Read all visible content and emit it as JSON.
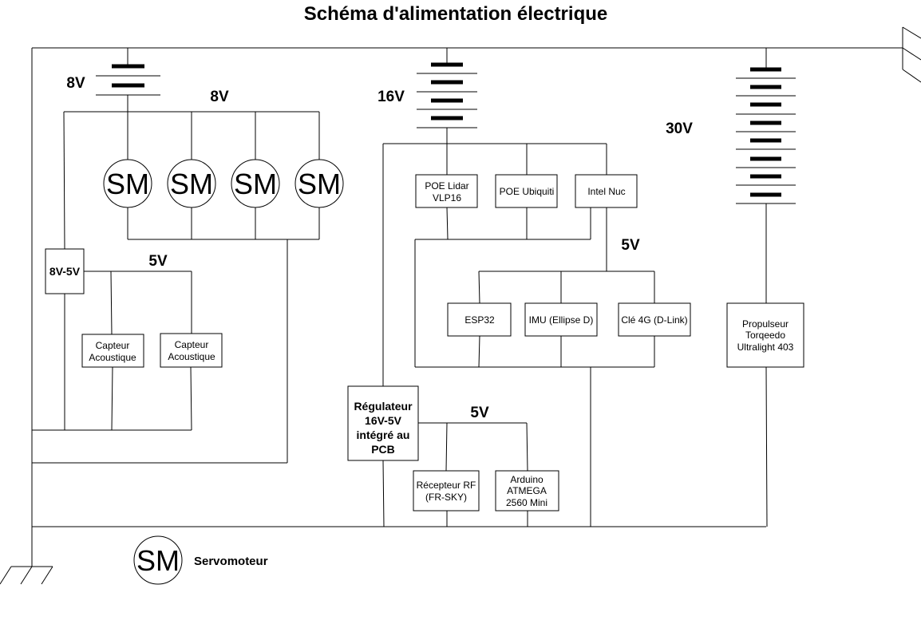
{
  "diagram": {
    "title": "Schéma d'alimentation électrique",
    "voltages": {
      "battery_8v": "8V",
      "bus_8v": "8V",
      "battery_16v": "16V",
      "battery_30v": "30V",
      "bus_5v_left": "5V",
      "bus_5v_middle": "5V",
      "bus_5v_regulator": "5V"
    },
    "servo_symbol": "SM",
    "boxes": {
      "converter_8v_5v": "8V-5V",
      "acoustic_sensor_1": [
        "Capteur",
        "Acoustique"
      ],
      "acoustic_sensor_2": [
        "Capteur",
        "Acoustique"
      ],
      "poe_lidar": [
        "POE Lidar",
        "VLP16"
      ],
      "poe_ubiquiti": [
        "POE Ubiquiti"
      ],
      "intel_nuc": [
        "Intel Nuc"
      ],
      "esp32": [
        "ESP32"
      ],
      "imu": [
        "IMU (Ellipse D)"
      ],
      "modem_4g": [
        "Clé 4G (D-Link)"
      ],
      "propulsor": [
        "Propulseur",
        "Torqeedo",
        "Ultralight 403"
      ],
      "regulator": [
        "Régulateur",
        "16V-5V",
        "intégré au",
        "PCB"
      ],
      "rf_receiver": [
        "Récepteur RF",
        "(FR-SKY)"
      ],
      "arduino": [
        "Arduino",
        "ATMEGA",
        "2560 Mini"
      ]
    },
    "legend": {
      "symbol": "SM",
      "label": "Servomoteur"
    }
  }
}
